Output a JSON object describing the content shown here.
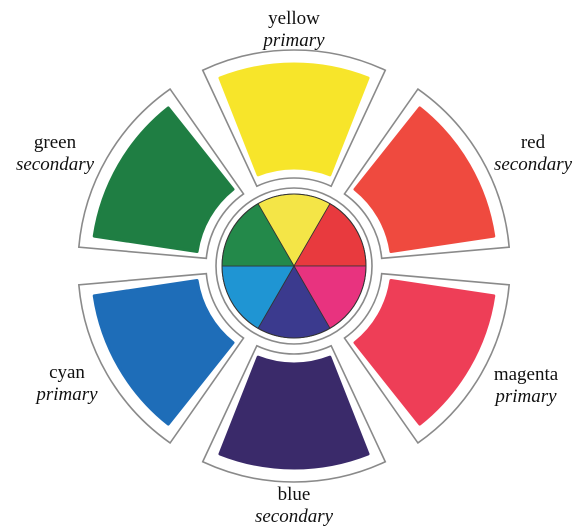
{
  "segments": [
    {
      "id": "yellow",
      "name": "yellow",
      "kind": "primary",
      "color": "#f7e52a",
      "inner_color": "#f4e547"
    },
    {
      "id": "red",
      "name": "red",
      "kind": "secondary",
      "color": "#ef4a3f",
      "inner_color": "#e83a3e"
    },
    {
      "id": "magenta",
      "name": "magenta",
      "kind": "primary",
      "color": "#ee3e57",
      "inner_color": "#e8337f"
    },
    {
      "id": "blue",
      "name": "blue",
      "kind": "secondary",
      "color": "#3a2a6a",
      "inner_color": "#3b3a8e"
    },
    {
      "id": "cyan",
      "name": "cyan",
      "kind": "primary",
      "color": "#1e6db8",
      "inner_color": "#1f95d3"
    },
    {
      "id": "green",
      "name": "green",
      "kind": "secondary",
      "color": "#1f7e43",
      "inner_color": "#23894a"
    }
  ],
  "colors": {
    "outline": "#8a8a8a",
    "background": "#ffffff",
    "text": "#111111"
  }
}
